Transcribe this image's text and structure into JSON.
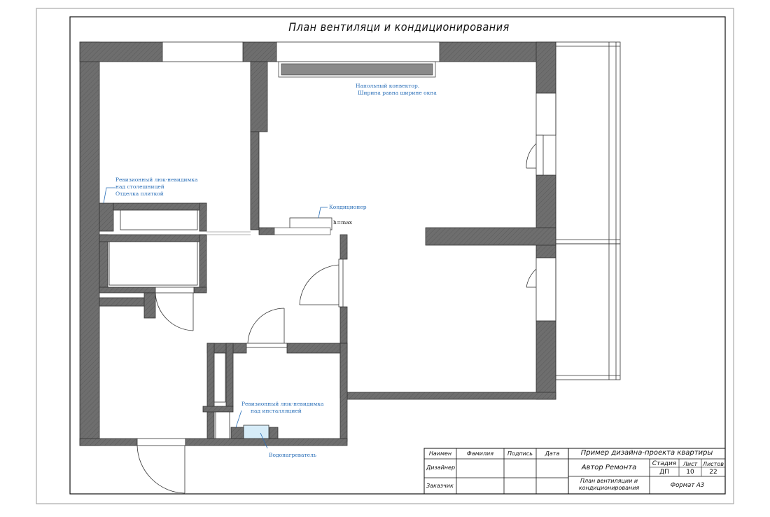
{
  "drawing": {
    "title": "План вентиляци и кондиционирования"
  },
  "annotations": {
    "convector_line1": "Напольный конвектор.",
    "convector_line2": "Ширина равна ширине окна",
    "conditioner": "Кондиционер",
    "conditioner_height": "h=max",
    "hatch_top_line1": "Ревизионный люк-невидимка",
    "hatch_top_line2": "над столешницей",
    "hatch_top_line3": "Отделка плиткой",
    "hatch_bottom_line1": "Ревизионный люк-невидимка",
    "hatch_bottom_line2": "над инсталляцией",
    "water_heater": "Водонагреватель"
  },
  "title_block": {
    "header_name": "Наимен",
    "header_surname": "Фамилия",
    "header_signature": "Подпись",
    "header_date": "Дата",
    "row_designer": "Дизайнер",
    "row_customer": "Заказчик",
    "project_title": "Пример дизайна-проекта квартиры",
    "author": "Автор Ремонта",
    "stage_label": "Стадия",
    "sheet_label": "Лист",
    "sheets_label": "Листов",
    "stage_value": "ДП",
    "sheet_value": "10",
    "sheets_value": "22",
    "drawing_name_line1": "План вентиляции и",
    "drawing_name_line2": "кондиционирования",
    "format": "Формат А3"
  },
  "colors": {
    "wall_fill": "#6e6e6e",
    "annotation_text": "#2a6fb8",
    "convector_fill": "#8a8a8a",
    "fixture_fill": "#d6ecf8"
  }
}
